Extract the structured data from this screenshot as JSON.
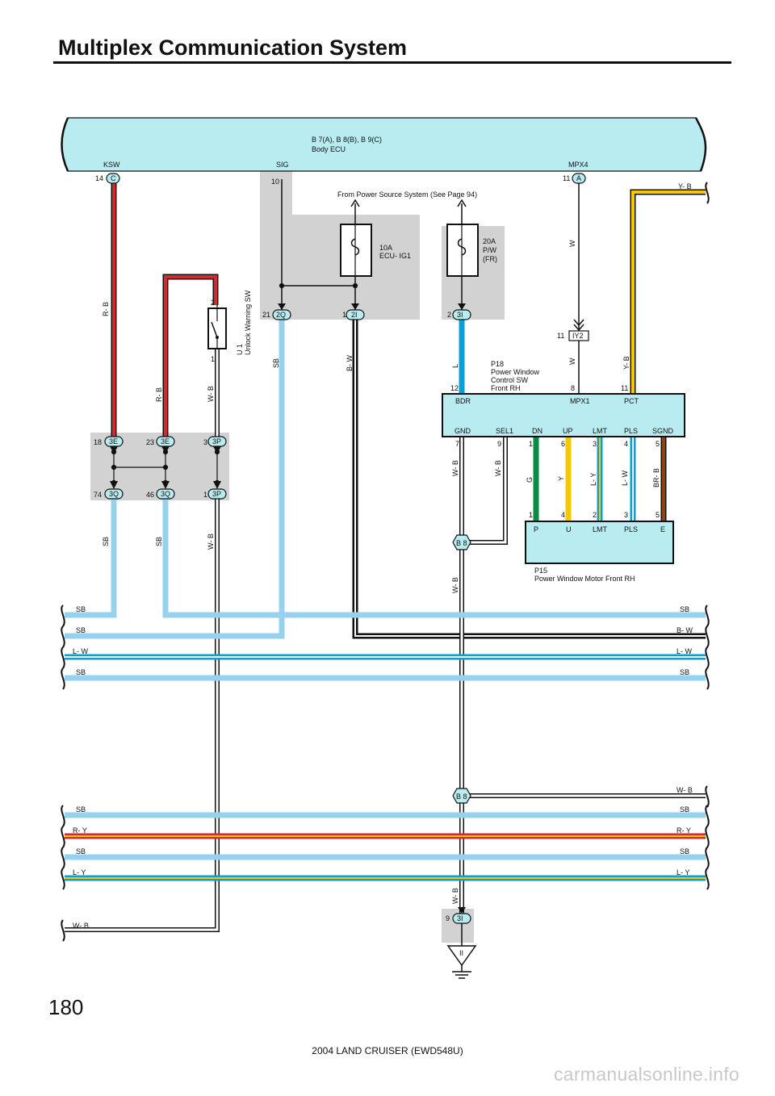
{
  "header": {
    "title": "Multiplex Communication System"
  },
  "ecu": {
    "name_line1": "B 7(A), B 8(B), B 9(C)",
    "name_line2": "Body ECU",
    "pins": {
      "ksw": "KSW",
      "sig": "SIG",
      "mpx4": "MPX4"
    }
  },
  "source_note": "From Power Source System (See Page 94)",
  "fuses": {
    "ecu_ig1": {
      "line1": "10A",
      "line2": "ECU- IG1"
    },
    "pw": {
      "line1": "20A",
      "line2": "P/W",
      "line3": "(FR)"
    }
  },
  "switch_u1": {
    "line1": "U 1",
    "line2": "Unlock Warning SW"
  },
  "p18": {
    "line1": "P18",
    "line2": "Power Window",
    "line3": "Control SW",
    "line4": "Front RH",
    "top_pins": [
      "BDR",
      "MPX1",
      "PCT"
    ],
    "bottom_pins": [
      "GND",
      "SEL1",
      "DN",
      "UP",
      "LMT",
      "PLS",
      "SGND"
    ]
  },
  "p15": {
    "line1": "P15",
    "line2": "Power Window Motor Front RH",
    "pins": [
      "P",
      "U",
      "LMT",
      "PLS",
      "E"
    ]
  },
  "connectors": {
    "c14": "C",
    "a11": "A",
    "q21": "2Q",
    "i1": "2I",
    "i2": "3I",
    "iy2": "IY2",
    "e18": "3E",
    "e23": "3E",
    "p3": "3P",
    "q74": "3Q",
    "q46": "3Q",
    "p1": "3P",
    "b8": "B 8",
    "i9": "3I",
    "ground": "II"
  },
  "pin_numbers": {
    "n14": "14",
    "n11a": "11",
    "n10": "10",
    "n21": "21",
    "n1": "1",
    "n2": "2",
    "n11iy": "11",
    "n12": "12",
    "n8": "8",
    "n11p": "11",
    "n2sw": "2",
    "n1sw": "1",
    "n18": "18",
    "n23": "23",
    "n3": "3",
    "n74": "74",
    "n46": "46",
    "n1p": "1",
    "p18_7": "7",
    "p18_9": "9",
    "p18_1": "1",
    "p18_6": "6",
    "p18_3": "3",
    "p18_4": "4",
    "p18_5": "5",
    "p15_1": "1",
    "p15_4": "4",
    "p15_2": "2",
    "p15_3": "3",
    "p15_5": "5",
    "n9": "9"
  },
  "wire_labels": {
    "rb_ksw": "R- B",
    "rb2": "R- B",
    "wb_sw": "W- B",
    "sb_sig": "SB",
    "bw": "B- W",
    "l": "L",
    "w_top": "W",
    "w_bot": "W",
    "yb_v": "Y- B",
    "yb_h": "Y- B",
    "sb1": "SB",
    "sb2": "SB",
    "wb_low": "W- B",
    "wb_gnd": "W- B",
    "wb_sel": "W- B",
    "g": "G",
    "y": "Y",
    "ly": "L- Y",
    "lw": "L- W",
    "brb": "BR- B",
    "wb_b8": "W- B",
    "wb_b8b": "W- B"
  },
  "bus_left": [
    "SB",
    "SB",
    "L- W",
    "SB"
  ],
  "bus_right": [
    "SB",
    "B- W",
    "L- W",
    "SB"
  ],
  "bus2_left": [
    "SB",
    "R- Y",
    "SB",
    "L- Y"
  ],
  "bus2_right": [
    "W- B",
    "SB",
    "R- Y",
    "SB",
    "L- Y"
  ],
  "wb_bottom_left": "W- B",
  "colors": {
    "ecu_fill": "#b8ecf0",
    "sky": "#96d2f0",
    "red": "#d7282d",
    "blue": "#0aa0d7",
    "yellow": "#f5c800",
    "green": "#0a8c46",
    "brown": "#8c4614",
    "gray": "#d2d2d2"
  },
  "footer": {
    "page": "180",
    "model": "2004 LAND CRUISER (EWD548U)",
    "watermark": "carmanualsonline.info"
  }
}
